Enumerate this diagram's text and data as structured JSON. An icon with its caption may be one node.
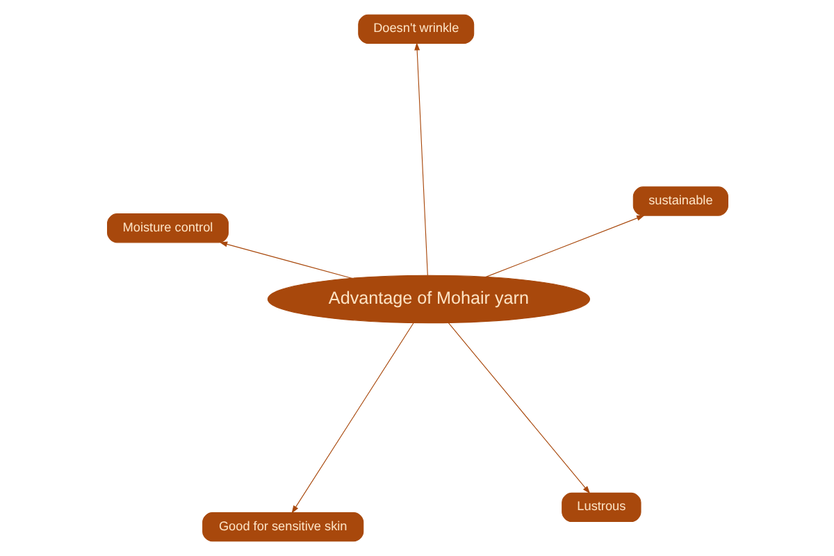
{
  "diagram": {
    "nodes": [
      {
        "text": [
          "Advantage of Mohair yarn"
        ]
      },
      {
        "text": [
          "Lustrous"
        ]
      },
      {
        "text": [
          "Good for sensitive skin"
        ]
      },
      {
        "text": [
          "Moisture control"
        ]
      },
      {
        "text": [
          "sustainable"
        ]
      },
      {
        "text": [
          "Doesn't wrinkle"
        ]
      }
    ],
    "edges": [
      {
        "from": 0,
        "to": 1,
        "arrow": "to"
      },
      {
        "from": 0,
        "to": 2,
        "arrow": "to"
      },
      {
        "from": 0,
        "to": 3,
        "arrow": "to"
      },
      {
        "from": 0,
        "to": 4,
        "arrow": "to"
      },
      {
        "from": 0,
        "to": 5,
        "arrow": "to"
      }
    ]
  }
}
